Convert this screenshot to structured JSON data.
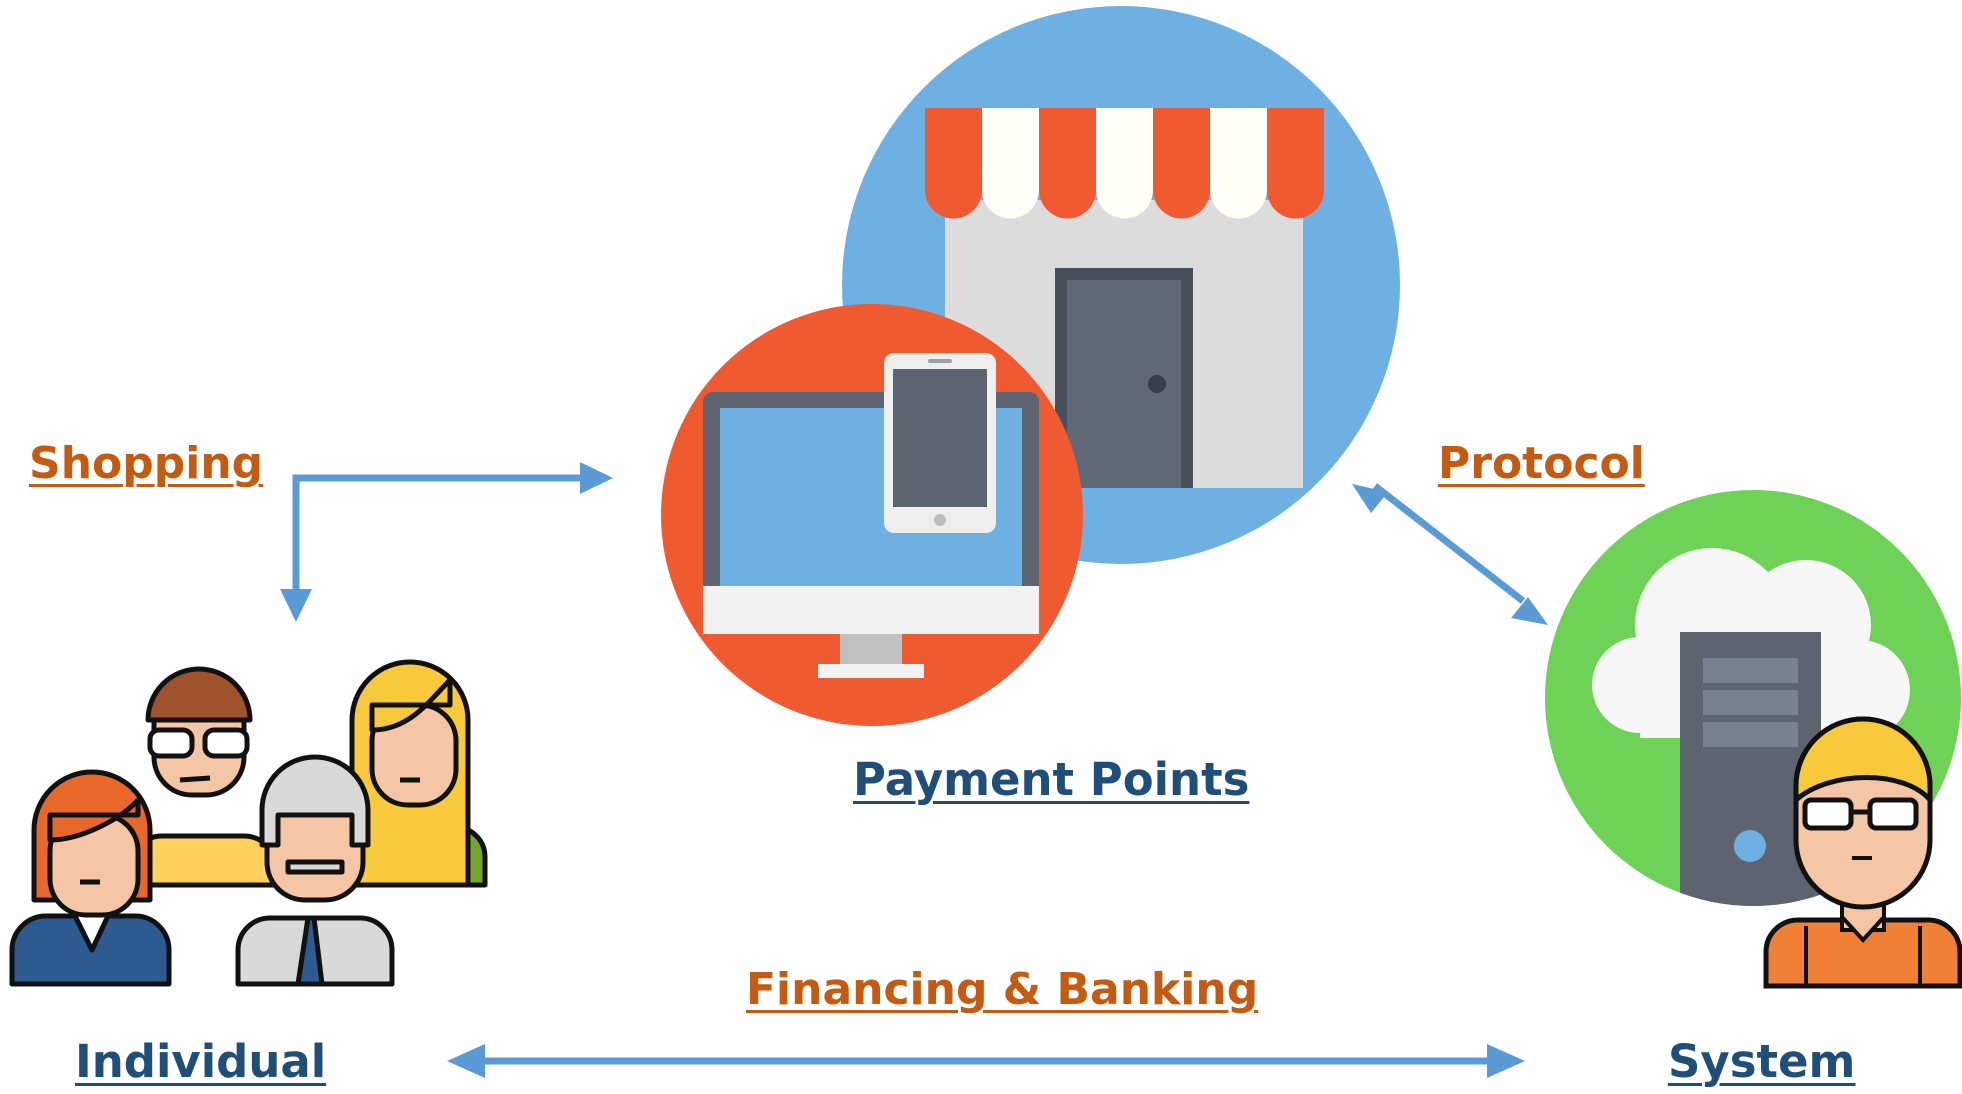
{
  "labels": {
    "shopping": "Shopping",
    "protocol": "Protocol",
    "payment_points": "Payment Points",
    "financing_banking": "Financing & Banking",
    "individual": "Individual",
    "system": "System"
  },
  "colors": {
    "label_orange": "#c55a11",
    "label_blue": "#1f4e79",
    "arrow": "#5b9bd5",
    "store_circle": "#6eb0e1",
    "device_circle": "#f05a30",
    "system_circle": "#6ed257"
  },
  "icons": [
    "storefront-icon",
    "computer-phone-icon",
    "people-group-icon",
    "cloud-server-icon",
    "developer-person-icon"
  ]
}
